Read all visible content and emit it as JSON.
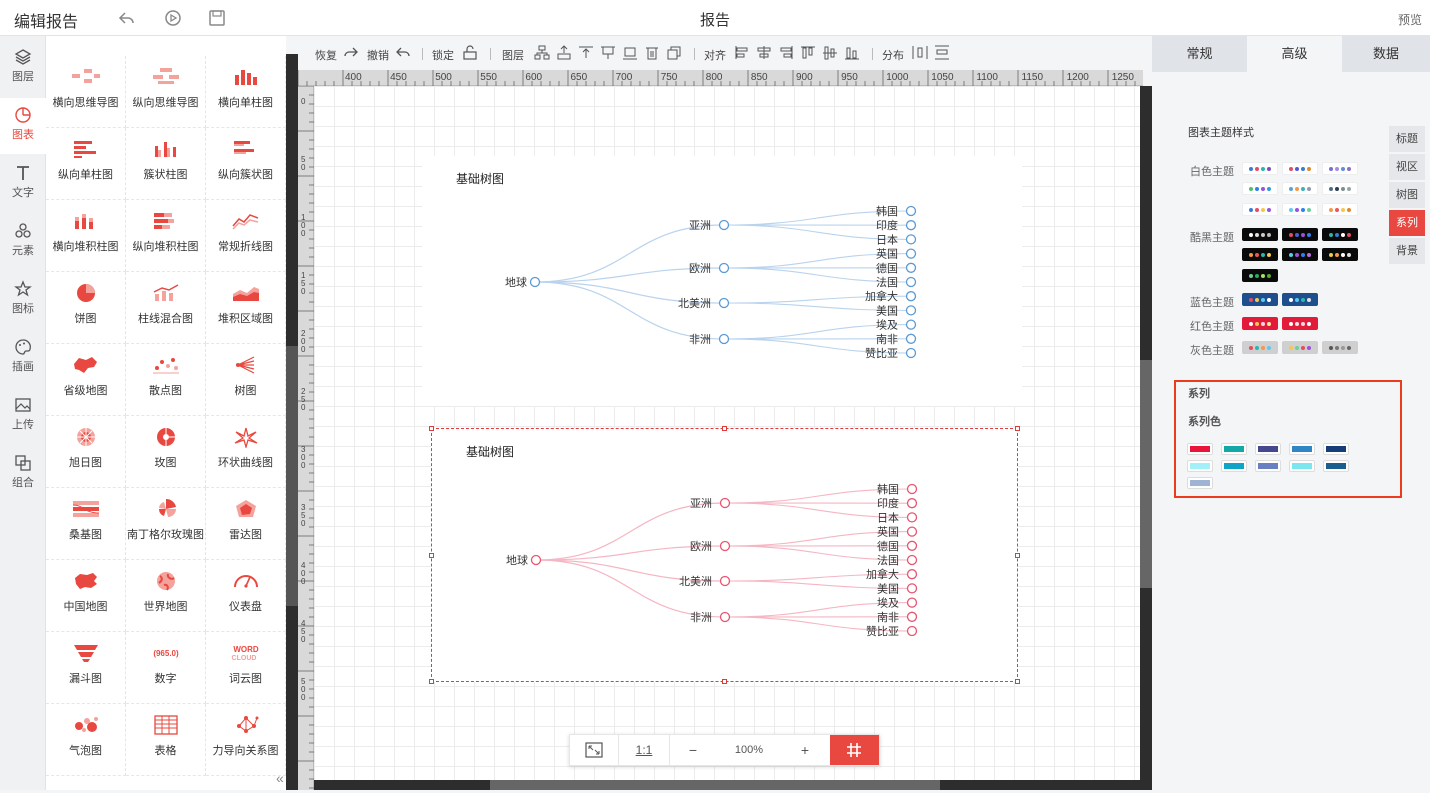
{
  "topbar": {
    "title": "编辑报告",
    "center_title": "报告",
    "preview": "预览"
  },
  "leftnav": {
    "items": [
      {
        "id": "layers",
        "label": "图层",
        "icon": "layers-icon"
      },
      {
        "id": "chart",
        "label": "图表",
        "icon": "chart-icon",
        "active": true
      },
      {
        "id": "text",
        "label": "文字",
        "icon": "text-icon"
      },
      {
        "id": "element",
        "label": "元素",
        "icon": "shapes-icon"
      },
      {
        "id": "icon",
        "label": "图标",
        "icon": "star-icon"
      },
      {
        "id": "illustration",
        "label": "插画",
        "icon": "palette-icon"
      },
      {
        "id": "upload",
        "label": "上传",
        "icon": "image-upload-icon"
      },
      {
        "id": "group",
        "label": "组合",
        "icon": "group-icon"
      }
    ]
  },
  "gallery": {
    "items": [
      "横向思维导图",
      "纵向思维导图",
      "横向单柱图",
      "纵向单柱图",
      "簇状柱图",
      "纵向簇状图",
      "横向堆积柱图",
      "纵向堆积柱图",
      "常规折线图",
      "饼图",
      "柱线混合图",
      "堆积区域图",
      "省级地图",
      "散点图",
      "树图",
      "旭日图",
      "玫图",
      "环状曲线图",
      "桑基图",
      "南丁格尔玫瑰图",
      "雷达图",
      "中国地图",
      "世界地图",
      "仪表盘",
      "漏斗图",
      "数字",
      "词云图",
      "气泡图",
      "表格",
      "力导向关系图"
    ],
    "number_sample": "965.0",
    "wordcloud_sample": [
      "WORD",
      "CLOUD"
    ]
  },
  "toolbar": {
    "redo": "恢复",
    "undo": "撤销",
    "lock": "锁定",
    "layer": "图层",
    "align": "对齐",
    "distribute": "分布"
  },
  "ruler": {
    "marks": [
      "400",
      "450",
      "500",
      "550",
      "600",
      "650",
      "700",
      "750",
      "800",
      "850",
      "900",
      "950",
      "1000",
      "1050",
      "1100",
      "1150",
      "1200",
      "1250"
    ],
    "vmarks": [
      "0",
      "50",
      "100",
      "150",
      "200",
      "250",
      "300",
      "350",
      "400",
      "450",
      "500"
    ]
  },
  "charts": [
    {
      "title": "基础树图",
      "color": "#5b9bd5",
      "link_color": "#b9d3ee",
      "root": "地球",
      "branches": [
        {
          "name": "亚洲",
          "children": [
            "韩国",
            "印度",
            "日本"
          ]
        },
        {
          "name": "欧洲",
          "children": [
            "英国",
            "德国",
            "法国"
          ]
        },
        {
          "name": "北美洲",
          "children": [
            "加拿大",
            "美国"
          ]
        },
        {
          "name": "非洲",
          "children": [
            "埃及",
            "南非",
            "赞比亚"
          ]
        }
      ]
    },
    {
      "title": "基础树图",
      "color": "#e85570",
      "link_color": "#f5b6c3",
      "root": "地球",
      "branches": [
        {
          "name": "亚洲",
          "children": [
            "韩国",
            "印度",
            "日本"
          ]
        },
        {
          "name": "欧洲",
          "children": [
            "英国",
            "德国",
            "法国"
          ]
        },
        {
          "name": "北美洲",
          "children": [
            "加拿大",
            "美国"
          ]
        },
        {
          "name": "非洲",
          "children": [
            "埃及",
            "南非",
            "赞比亚"
          ]
        }
      ]
    }
  ],
  "zoom": {
    "ratio": "1:1",
    "level": "100%",
    "minus": "−",
    "plus": "+"
  },
  "rpanel": {
    "tabs": [
      "常规",
      "高级",
      "数据"
    ],
    "active_tab": 1,
    "sidetabs": [
      "标题",
      "视区",
      "树图",
      "系列",
      "背景"
    ],
    "active_sidetab": 3,
    "theme_section": "图表主题样式",
    "themes": [
      {
        "label": "白色主题",
        "bg": "#ffffff",
        "swatches": [
          [
            "#3a7bd5",
            "#e84a5f",
            "#2ab7a9",
            "#7a4dbf"
          ],
          [
            "#e84a5f",
            "#4f5bd5",
            "#3a7bd5",
            "#e08a2c"
          ],
          [
            "#7a6fd0",
            "#a28ee0",
            "#5b8fd6",
            "#8a6fc8"
          ],
          [
            "#4cc16c",
            "#2f80ed",
            "#9b51e0",
            "#2d9cdb"
          ],
          [
            "#5aa3d8",
            "#f2994a",
            "#3ab0c4",
            "#8e9aaf"
          ],
          [
            "#4d6e8a",
            "#2c3e50",
            "#7f8c8d",
            "#95a5a6"
          ],
          [
            "#3a7bd5",
            "#e84a5f",
            "#f2c94c",
            "#9b51e0"
          ],
          [
            "#56ccf2",
            "#9b51e0",
            "#2f80ed",
            "#6fcf97"
          ],
          [
            "#f2994a",
            "#eb5757",
            "#f2c94c",
            "#e08a2c"
          ]
        ]
      },
      {
        "label": "酷黑主题",
        "bg": "#0a0a0a",
        "swatches": [
          [
            "#ffffff",
            "#e0e0e0",
            "#cccccc",
            "#bbbbbb"
          ],
          [
            "#e84a5f",
            "#4f5bd5",
            "#9b51e0",
            "#2f80ed"
          ],
          [
            "#2ab7a9",
            "#3a7bd5",
            "#ffffff",
            "#e84a5f"
          ],
          [
            "#f2994a",
            "#eb5757",
            "#2ab7a9",
            "#f2c94c"
          ],
          [
            "#56ccf2",
            "#9b51e0",
            "#2f80ed",
            "#bb6bd9"
          ],
          [
            "#f2c94c",
            "#f2994a",
            "#ffffff",
            "#e0e0e0"
          ],
          [
            "#6fcf97",
            "#27ae60",
            "#a8e063",
            "#56ab2f"
          ]
        ]
      },
      {
        "label": "蓝色主题",
        "bg": "#1f4e8c",
        "swatches": [
          [
            "#e84a5f",
            "#f2c94c",
            "#56ccf2",
            "#ffffff"
          ],
          [
            "#ffffff",
            "#56ccf2",
            "#2ab7a9",
            "#e0e0e0"
          ]
        ]
      },
      {
        "label": "红色主题",
        "bg": "#e31b3b",
        "swatches": [
          [
            "#ffffff",
            "#f2c94c",
            "#ffd6de",
            "#fff0a0"
          ],
          [
            "#ffffff",
            "#ffe4e8",
            "#ffd6de",
            "#ffffff"
          ]
        ]
      },
      {
        "label": "灰色主题",
        "bg": "#cfcfcf",
        "swatches": [
          [
            "#e84a5f",
            "#2ab7a9",
            "#f2994a",
            "#56ccf2"
          ],
          [
            "#f2c94c",
            "#6fcf97",
            "#e84a5f",
            "#9b51e0"
          ],
          [
            "#555555",
            "#777777",
            "#999999",
            "#666666"
          ]
        ]
      }
    ],
    "series_section": "系列",
    "series_color_label": "系列色",
    "series_colors": [
      "#e8173a",
      "#13a8a8",
      "#45478f",
      "#2f86c4",
      "#143d7a",
      "#a4f0f8",
      "#11a4c8",
      "#6a7fc2",
      "#7be6ee",
      "#1d5f8c",
      "#9fb3d4"
    ]
  }
}
